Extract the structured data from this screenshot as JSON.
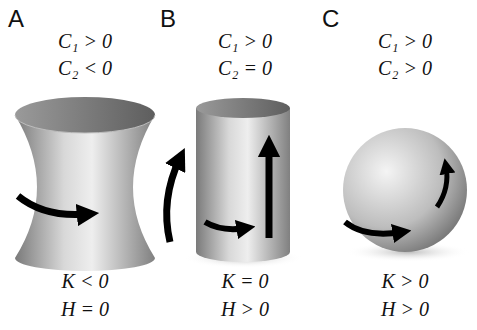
{
  "diagram": {
    "labels": [
      "A",
      "C₁ > 0",
      "C₂ < 0",
      "K < 0",
      "H = 0",
      "B",
      "C₁ > 0",
      "C₂ = 0",
      "K = 0",
      "H > 0",
      "C",
      "C₁ > 0",
      "C₂ > 0",
      "K > 0",
      "H > 0"
    ]
  }
}
